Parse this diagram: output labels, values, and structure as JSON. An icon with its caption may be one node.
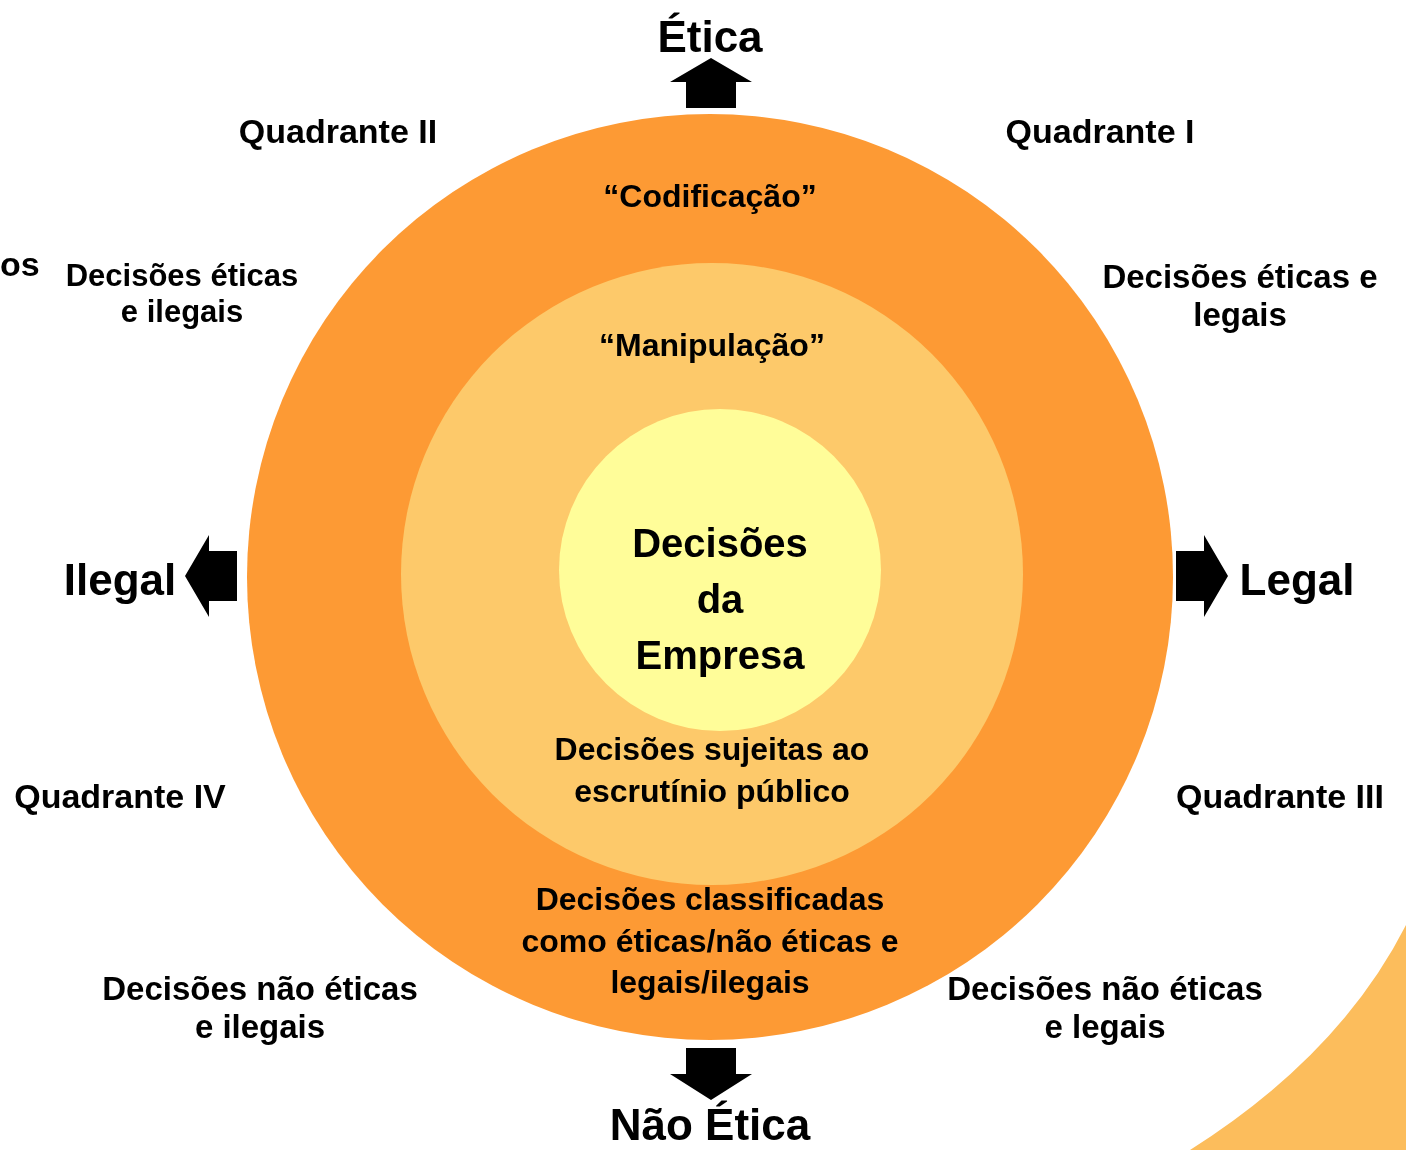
{
  "diagram": {
    "nodes": [
      {
        "text": [
          "“Codificação”",
          "Decisões classificadas como éticas/não éticas e legais/ilegais"
        ]
      },
      {
        "text": [
          "“Manipulação”",
          "Decisões sujeitas ao escrutínio público"
        ],
        "in": 0
      },
      {
        "text": [
          "Decisões da Empresa"
        ],
        "in": 1
      }
    ],
    "labels": [
      "Ética",
      "Quadrante II",
      "Quadrante I",
      "os",
      "Decisões éticas e ilegais",
      "Decisões éticas e legais",
      "Ilegal",
      "Legal",
      "Quadrante IV",
      "Quadrante III",
      "Decisões não éticas e ilegais",
      "Decisões não éticas e legais",
      "Não Ética"
    ]
  }
}
